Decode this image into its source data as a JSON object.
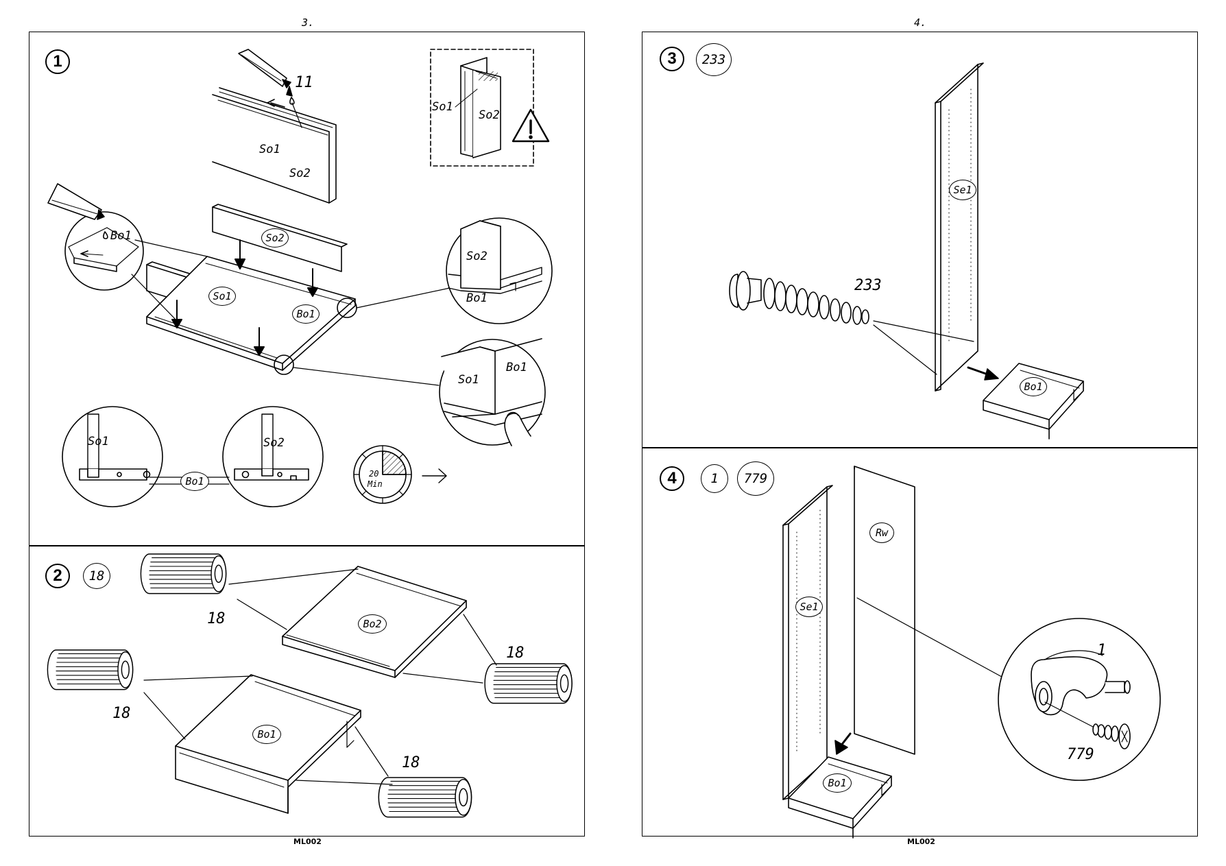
{
  "pages": {
    "left": {
      "number": "3.",
      "footer": "ML002"
    },
    "right": {
      "number": "4.",
      "footer": "ML002"
    }
  },
  "steps": {
    "s1": {
      "number": "1"
    },
    "s2": {
      "number": "2",
      "part_ref": "18"
    },
    "s3": {
      "number": "3",
      "part_ref": "233"
    },
    "s4": {
      "number": "4",
      "part_refs": [
        "1",
        "779"
      ]
    }
  },
  "labels": {
    "glue_qty": "11",
    "so1": "So1",
    "so2": "So2",
    "bo1": "Bo1",
    "bo2": "Bo2",
    "se1": "Se1",
    "rw": "Rw",
    "dowel": "18",
    "screw_233": "233",
    "part_1": "1",
    "part_779": "779",
    "timer_value": "20",
    "timer_unit": "Min"
  },
  "icons": [
    "glue-tube-icon",
    "warning-triangle-icon",
    "timer-icon",
    "arrow-right-icon",
    "finger-press-icon"
  ]
}
